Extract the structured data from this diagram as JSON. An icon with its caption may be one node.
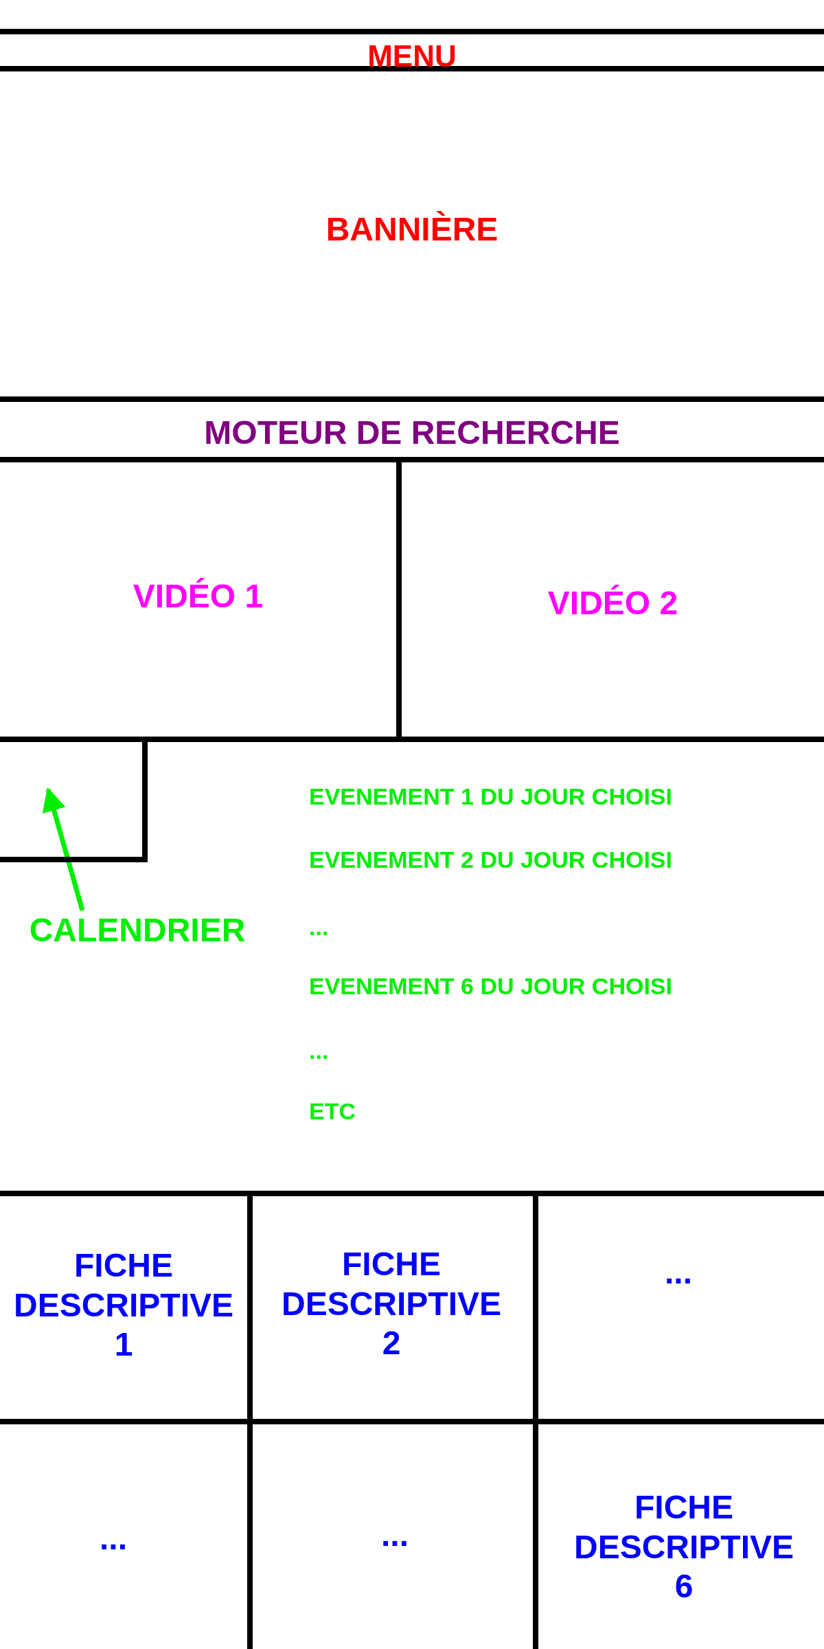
{
  "diagram": {
    "nodes": [
      {
        "text": [
          "MENU"
        ]
      },
      {
        "text": [
          "BANNIÈRE"
        ]
      },
      {
        "text": [
          "MOTEUR DE RECHERCHE"
        ]
      },
      {
        "text": [
          "VIDÉO 1"
        ]
      },
      {
        "text": [
          "VIDÉO 2"
        ]
      },
      {
        "text": [
          "EVENEMENT 1 DU JOUR CHOISI",
          "EVENEMENT 2 DU JOUR CHOISI",
          "...",
          "EVENEMENT 6 DU JOUR CHOISI",
          "...",
          "ETC"
        ]
      },
      {
        "text": [],
        "shape": "box",
        "in": 5
      },
      {
        "text": [
          "CALENDRIER"
        ],
        "in": 5
      },
      {
        "text": [
          "FICHE DESCRIPTIVE 1"
        ]
      },
      {
        "text": [
          "FICHE DESCRIPTIVE 2"
        ]
      },
      {
        "text": [
          "..."
        ]
      },
      {
        "text": [
          "..."
        ]
      },
      {
        "text": [
          "..."
        ]
      },
      {
        "text": [
          "FICHE DESCRIPTIVE 6"
        ]
      }
    ],
    "edges": [
      {
        "from": 7,
        "to": 6,
        "arrow": "to"
      }
    ]
  }
}
